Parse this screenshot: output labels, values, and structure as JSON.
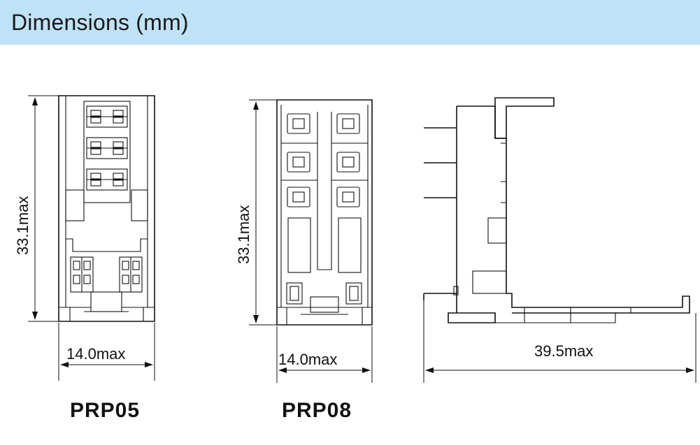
{
  "header": {
    "title": "Dimensions (mm)",
    "background": "#bfe2f6"
  },
  "prp05": {
    "model_label": "PRP05",
    "height_label": "33.1max",
    "width_label": "14.0max"
  },
  "prp08": {
    "model_label": "PRP08",
    "height_label": "33.1max",
    "width_label": "14.0max"
  },
  "side_view": {
    "length_label": "39.5max"
  }
}
